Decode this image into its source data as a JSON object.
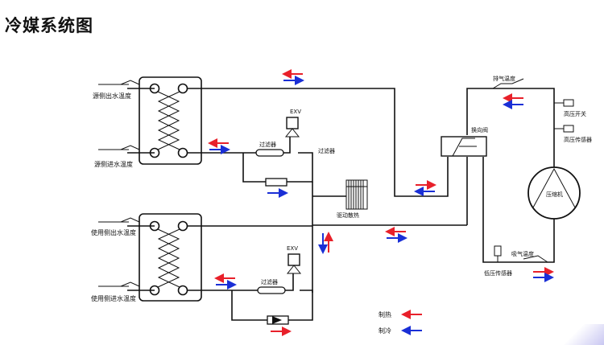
{
  "title": "冷媒系统图",
  "labels": {
    "source_out_temp": "源侧出水温度",
    "source_in_temp": "源侧进水温度",
    "use_out_temp": "使用侧出水温度",
    "use_in_temp": "使用侧进水温度",
    "exv_top": "EXV",
    "exv_bottom": "EXV",
    "filter_top": "过滤器",
    "filter_top_side": "过滤器",
    "filter_bottom": "过滤器",
    "drive_heat": "驱动散热",
    "four_way": "换向阀",
    "discharge_temp": "排气温度",
    "high_switch": "高压开关",
    "high_sensor": "高压传感器",
    "compressor": "压缩机",
    "suction_temp": "吸气温度",
    "low_sensor": "低压传感器"
  },
  "legend": {
    "heating": "制热",
    "cooling": "制冷"
  },
  "colors": {
    "heating": "#e8202a",
    "cooling": "#1a2fd6",
    "line": "#111111"
  }
}
